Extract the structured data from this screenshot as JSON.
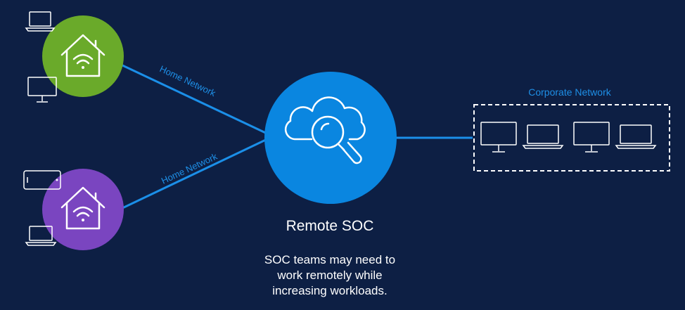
{
  "edges": {
    "home_network_1": "Home Network",
    "home_network_2": "Home Network"
  },
  "soc": {
    "title": "Remote SOC",
    "description_lines": [
      "SOC teams may need to",
      "work remotely while",
      "increasing workloads."
    ],
    "icon": "cloud-search-icon"
  },
  "corporate": {
    "title": "Corporate Network",
    "devices": [
      "desktop-icon",
      "laptop-icon",
      "desktop-icon",
      "laptop-icon"
    ]
  },
  "home_1": {
    "icon": "house-wifi-icon",
    "devices": [
      "laptop-icon",
      "desktop-icon"
    ]
  },
  "home_2": {
    "icon": "house-wifi-icon",
    "devices": [
      "phone-icon",
      "laptop-icon"
    ]
  },
  "colors": {
    "background": "#0d1f44",
    "home_1": "#6aaa2a",
    "home_2": "#7a45c0",
    "soc": "#0a86e0",
    "connector": "#1b8fe8",
    "label": "#1e8fe6"
  }
}
